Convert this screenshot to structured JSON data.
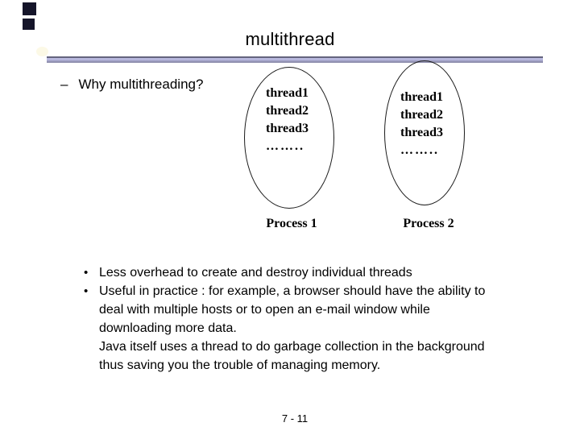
{
  "slide": {
    "title": "multithread",
    "question": {
      "bullet_char": "–",
      "text": "Why multithreading?"
    },
    "diagram": {
      "processes": [
        {
          "label": "Process 1",
          "lines": [
            "thread1",
            "thread2",
            "thread3",
            "…….."
          ]
        },
        {
          "label": "Process 2",
          "lines": [
            "thread1",
            "thread2",
            "thread3",
            "…….."
          ]
        }
      ]
    },
    "body": {
      "lines": [
        {
          "bullet_char": "•",
          "text": "Less overhead to create and destroy individual threads"
        },
        {
          "bullet_char": "•",
          "text": "Useful in practice : for example, a browser should have the ability to"
        },
        {
          "bullet_char": "",
          "text": "deal with multiple hosts or to open an e-mail window while"
        },
        {
          "bullet_char": "",
          "text": "downloading more data."
        },
        {
          "bullet_char": "",
          "text": "Java itself uses a thread to do garbage collection in the background"
        },
        {
          "bullet_char": "",
          "text": "thus saving you the trouble of managing memory."
        }
      ]
    },
    "footer": "7 - 11",
    "colors": {
      "rule_body": "#b4b4da",
      "rule_top_edge": "#64647e",
      "rule_bottom_edge": "#8f8fae",
      "corner_square": "#15152a",
      "text": "#000000",
      "background": "#ffffff"
    }
  }
}
